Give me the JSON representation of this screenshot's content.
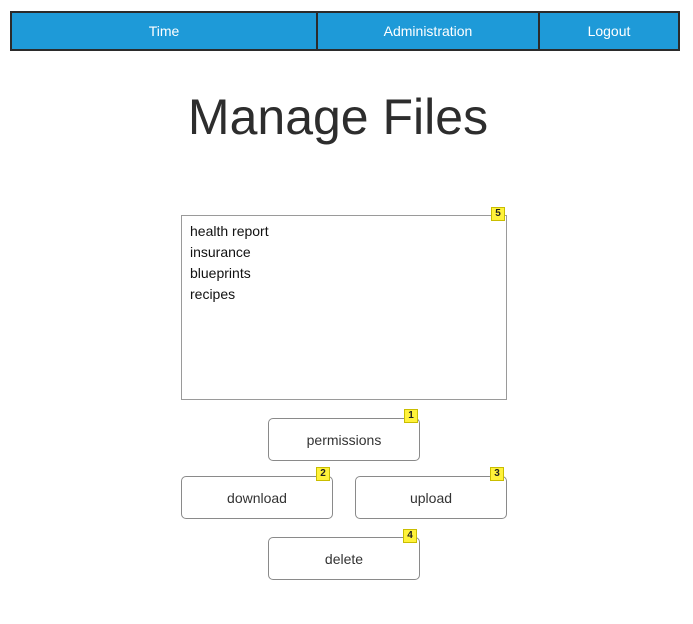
{
  "nav": {
    "items": [
      {
        "label": "Time"
      },
      {
        "label": "Administration"
      },
      {
        "label": "Logout"
      }
    ]
  },
  "page": {
    "title": "Manage Files"
  },
  "files": {
    "items": [
      {
        "label": "health report"
      },
      {
        "label": "insurance"
      },
      {
        "label": "blueprints"
      },
      {
        "label": "recipes"
      }
    ]
  },
  "buttons": {
    "permissions": "permissions",
    "download": "download",
    "upload": "upload",
    "delete": "delete"
  },
  "badges": {
    "permissions": "1",
    "download": "2",
    "upload": "3",
    "delete": "4",
    "file_list": "5"
  },
  "colors": {
    "nav_background": "#1e9ad8",
    "nav_border": "#2b2b2b",
    "badge_background": "#fff23a"
  }
}
